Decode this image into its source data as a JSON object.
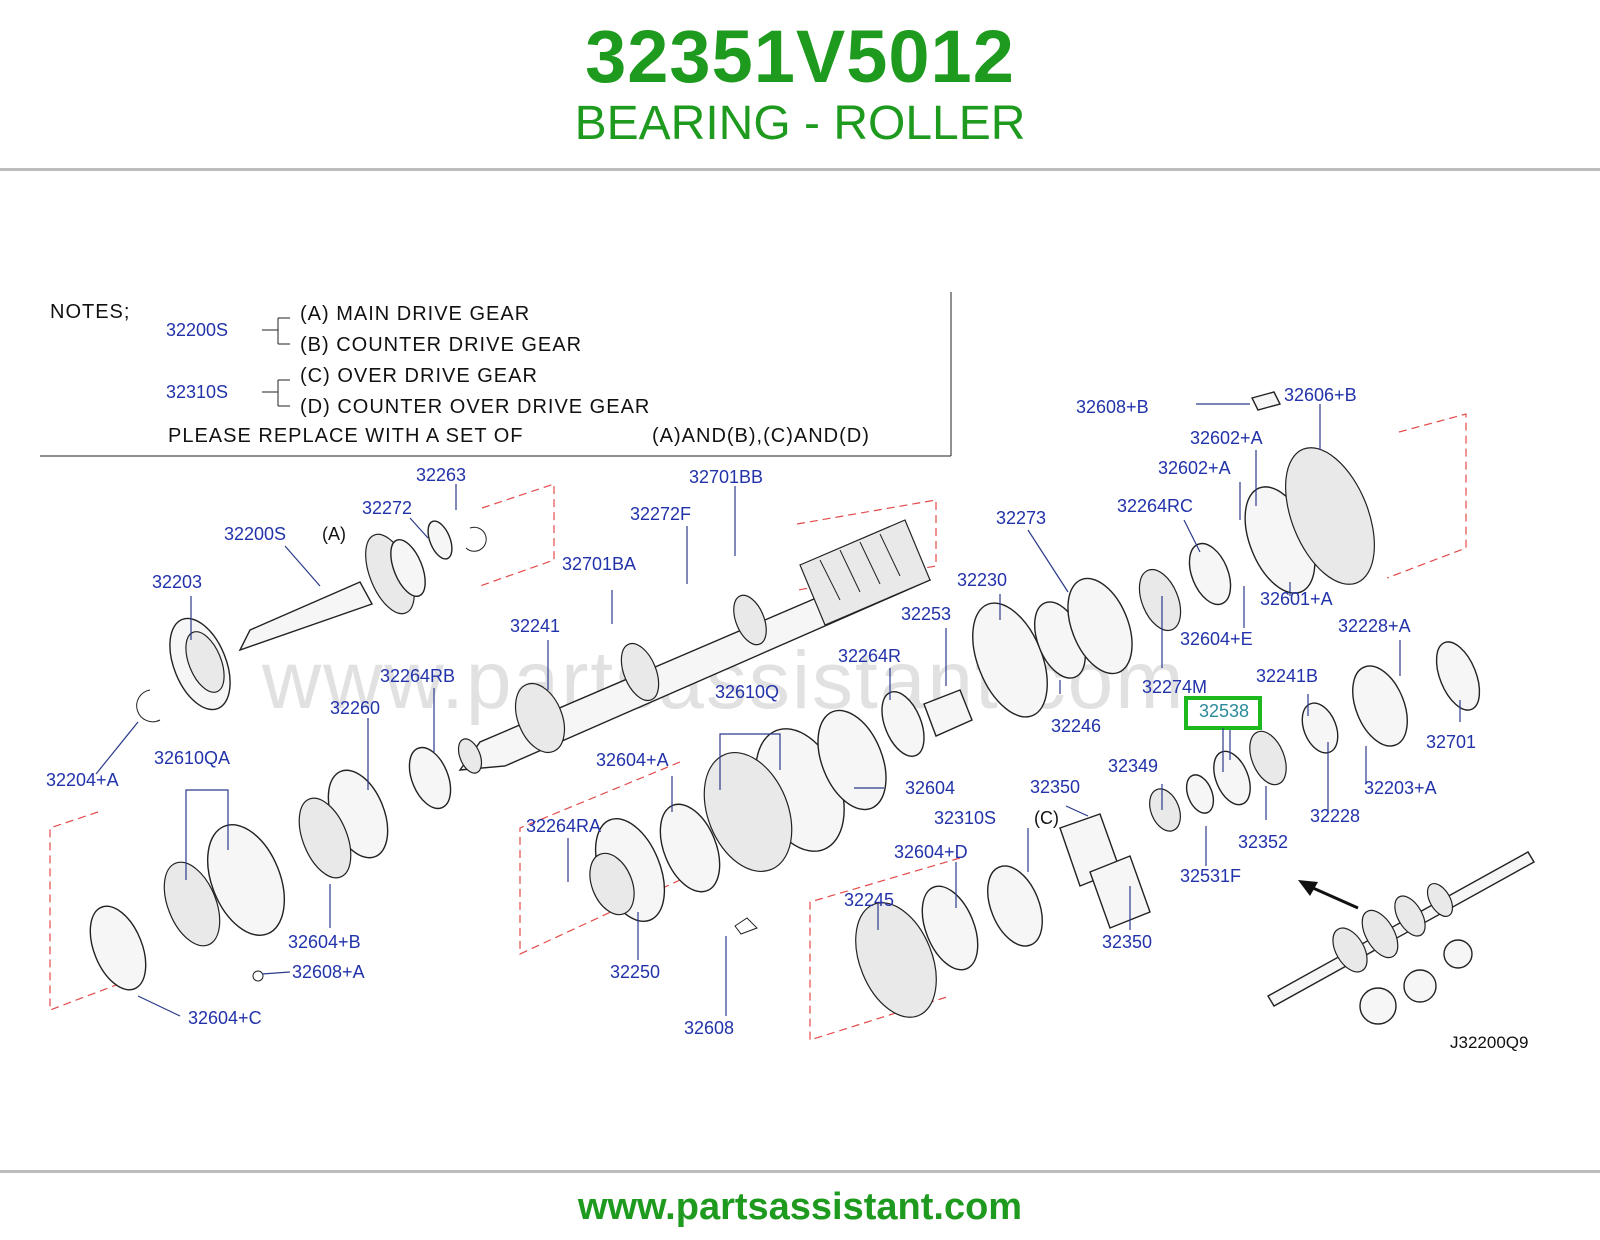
{
  "header": {
    "part_number": "32351V5012",
    "part_name": "BEARING - ROLLER"
  },
  "notes": {
    "heading": "NOTES;",
    "groups": [
      {
        "ref": "32200S",
        "lines": [
          "(A)  MAIN  DRIVE  GEAR",
          "(B)  COUNTER  DRIVE  GEAR"
        ]
      },
      {
        "ref": "32310S",
        "lines": [
          "(C)  OVER  DRIVE  GEAR",
          "(D)  COUNTER  OVER  DRIVE  GEAR"
        ]
      }
    ],
    "replace_text": "PLEASE  REPLACE  WITH  A  SET  OF",
    "replace_sets": "(A)AND(B),(C)AND(D)"
  },
  "highlighted_part": "32538",
  "sub_labels": {
    "a": "(A)",
    "c": "(C)"
  },
  "watermark": "www.partsassistant.com",
  "diagram_code": "J32200Q9",
  "footer": {
    "url": "www.partsassistant.com"
  },
  "colors": {
    "brand_green": "#1e9a1e",
    "label_blue": "#2233aa",
    "highlight_green": "#1db81d",
    "dashed_red": "#e34a4a"
  },
  "parts": [
    "32608+B",
    "32606+B",
    "32602+A",
    "32602+A",
    "32264RC",
    "32263",
    "32272",
    "32701BB",
    "32200S",
    "32273",
    "32272F",
    "32203",
    "32230",
    "32701BA",
    "32601+A",
    "32253",
    "32241",
    "32604+E",
    "32228+A",
    "32264R",
    "32274M",
    "32241B",
    "32264RB",
    "32610Q",
    "32260",
    "32246",
    "32701",
    "32610QA",
    "32604+A",
    "32349",
    "32203+A",
    "32604",
    "32204+A",
    "32350",
    "32228",
    "32310S",
    "32264RA",
    "32352",
    "32604+D",
    "32531F",
    "32604+B",
    "32245",
    "32350",
    "32250",
    "32608+A",
    "32604+C",
    "32608"
  ]
}
